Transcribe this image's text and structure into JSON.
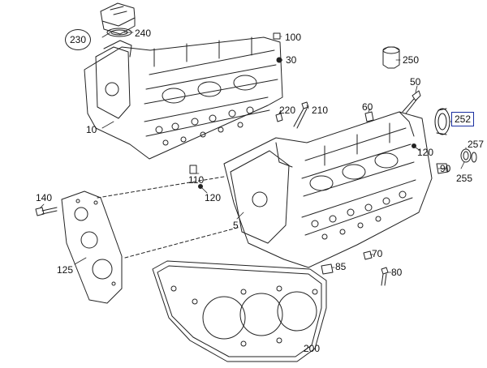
{
  "diagram": {
    "type": "exploded parts diagram",
    "highlighted_part": "252",
    "highlight_color": "#1a2fa0",
    "line_color": "#222222",
    "callouts": [
      {
        "id": "230",
        "label": "230",
        "style": "circle"
      },
      {
        "id": "240",
        "label": "240"
      },
      {
        "id": "100",
        "label": "100"
      },
      {
        "id": "30",
        "label": "30"
      },
      {
        "id": "250",
        "label": "250"
      },
      {
        "id": "50",
        "label": "50"
      },
      {
        "id": "10",
        "label": "10"
      },
      {
        "id": "220",
        "label": "220"
      },
      {
        "id": "210",
        "label": "210"
      },
      {
        "id": "60",
        "label": "60"
      },
      {
        "id": "252",
        "label": "252",
        "style": "boxed"
      },
      {
        "id": "257",
        "label": "257"
      },
      {
        "id": "120a",
        "label": "120"
      },
      {
        "id": "90",
        "label": "90"
      },
      {
        "id": "255",
        "label": "255"
      },
      {
        "id": "110",
        "label": "110"
      },
      {
        "id": "120b",
        "label": "120"
      },
      {
        "id": "140",
        "label": "140"
      },
      {
        "id": "5",
        "label": "5"
      },
      {
        "id": "125",
        "label": "125"
      },
      {
        "id": "85",
        "label": "85"
      },
      {
        "id": "70",
        "label": "70"
      },
      {
        "id": "80",
        "label": "80"
      },
      {
        "id": "200",
        "label": "200"
      }
    ]
  }
}
